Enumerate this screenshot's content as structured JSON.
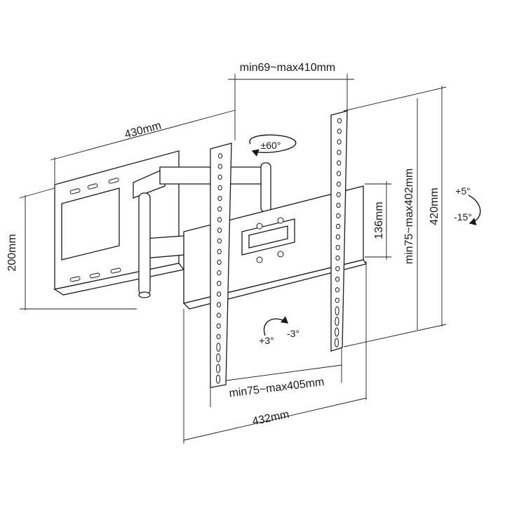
{
  "diagram": {
    "labels": {
      "arm_extension": "min69~max410mm",
      "wall_plate_width": "430mm",
      "wall_plate_height": "200mm",
      "swivel": "±60°",
      "tv_plate_height": "136mm",
      "vesa_vertical": "min75~max402mm",
      "overall_height": "420mm",
      "tilt_up": "+5°",
      "tilt_down": "-15°",
      "rotate_plus": "+3°",
      "rotate_minus": "-3°",
      "vesa_horizontal": "min75~max405mm",
      "tv_plate_width": "432mm"
    },
    "colors": {
      "line": "#1a1a1a",
      "background": "#ffffff"
    }
  }
}
